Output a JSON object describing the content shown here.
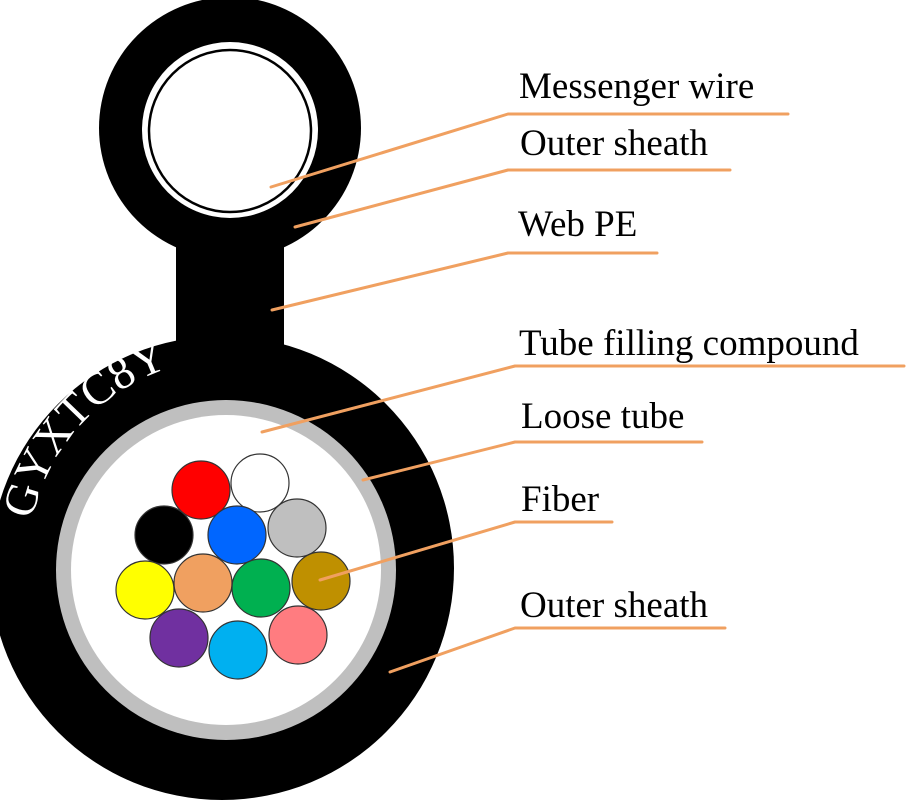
{
  "diagram": {
    "title": "Figure-8 self-supporting optical cable cross-section",
    "cable_marking": "GYXTC8Y",
    "colors": {
      "sheath": "#000000",
      "loose_tube": "#bfbfbf",
      "filling_compound": "#ffffff",
      "messenger_wire": "#ffffff",
      "leader_line": "#f0a060",
      "label_text": "#000000"
    },
    "labels": [
      {
        "id": "messenger-wire",
        "text": "Messenger wire"
      },
      {
        "id": "outer-sheath-top",
        "text": "Outer sheath"
      },
      {
        "id": "web-pe",
        "text": "Web PE"
      },
      {
        "id": "tube-filling-compound",
        "text": "Tube filling compound"
      },
      {
        "id": "loose-tube",
        "text": "Loose tube"
      },
      {
        "id": "fiber",
        "text": "Fiber"
      },
      {
        "id": "outer-sheath-bottom",
        "text": "Outer sheath"
      }
    ],
    "fibers": [
      {
        "name": "red",
        "color": "#ff0000"
      },
      {
        "name": "white",
        "color": "#ffffff"
      },
      {
        "name": "black",
        "color": "#000000"
      },
      {
        "name": "blue",
        "color": "#0066ff"
      },
      {
        "name": "gray",
        "color": "#bfbfbf"
      },
      {
        "name": "yellow",
        "color": "#ffff00"
      },
      {
        "name": "orange",
        "color": "#f0a060"
      },
      {
        "name": "green",
        "color": "#00b050"
      },
      {
        "name": "brown",
        "color": "#bf9000"
      },
      {
        "name": "purple",
        "color": "#7030a0"
      },
      {
        "name": "aqua",
        "color": "#00b0f0"
      },
      {
        "name": "rose",
        "color": "#ff7c80"
      }
    ]
  }
}
